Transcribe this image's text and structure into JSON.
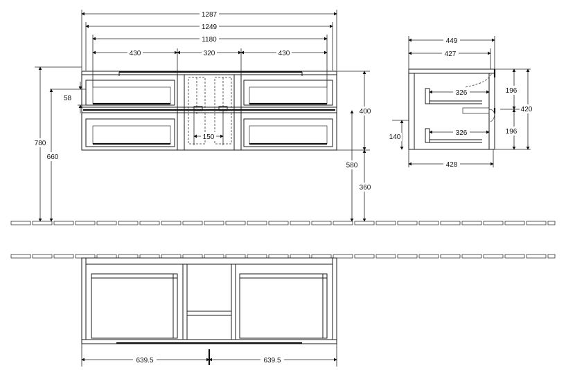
{
  "front_view": {
    "dims": {
      "overall_width": "1287",
      "inner_width": "1249",
      "handle_span": "1180",
      "left_section": "430",
      "center_section": "320",
      "right_section": "430",
      "drawer_offset": "58",
      "center_gap": "150",
      "total_height": "780",
      "mid_height": "660",
      "right_height_upper": "400",
      "right_height_total": "580",
      "right_height_lower": "360"
    }
  },
  "side_view": {
    "dims": {
      "depth_total": "449",
      "depth_inner": "427",
      "drawer_depth_top": "326",
      "drawer_depth_bottom": "326",
      "depth_bottom": "428",
      "upper_drawer_height": "196",
      "lower_drawer_height": "196",
      "total_height": "420",
      "side_small": "140"
    }
  },
  "plan_view": {
    "dims": {
      "left_half": "639.5",
      "right_half": "639.5"
    }
  }
}
